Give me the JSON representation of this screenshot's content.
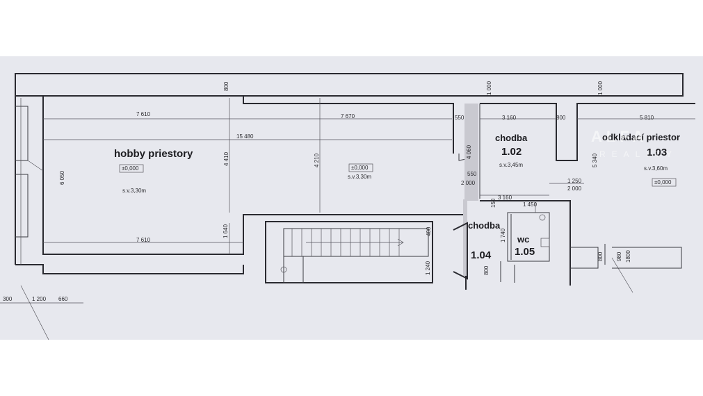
{
  "rooms": {
    "hobby": {
      "name": "hobby priestory",
      "level": "±0,000",
      "height": "s.v.3,30m"
    },
    "hobby_right": {
      "level": "±0,000",
      "height": "s.v.3,30m"
    },
    "corridor_102": {
      "name": "chodba",
      "number": "1.02",
      "height": "s.v.3,45m"
    },
    "storage_103": {
      "name": "odkladací priestor",
      "number": "1.03",
      "height": "s.v.3,60m",
      "level": "±0,000"
    },
    "corridor_104": {
      "name": "chodba",
      "number": "1.04"
    },
    "wc_105": {
      "name": "wc",
      "number": "1.05"
    }
  },
  "dimensions": {
    "d800_top": "800",
    "d1000_a": "1 000",
    "d1000_b": "1 000",
    "d7610_top": "7 610",
    "d7670": "7 670",
    "d550": "550",
    "d3160_top": "3 160",
    "d800_mid": "800",
    "d5810": "5 810",
    "d15480": "15 480",
    "d6050": "6 050",
    "d4410": "4 410",
    "d4210": "4 210",
    "d4060": "4 060",
    "d5340": "5 340",
    "d550_b": "550",
    "d2000_a": "2 000",
    "d1250": "1 250",
    "d2000_b": "2 000",
    "d3160_mid": "3 160",
    "d150": "150",
    "d1450": "1 450",
    "d1640": "1 640",
    "d400": "400",
    "d1740": "1 740",
    "d7610_bot": "7 610",
    "d1240": "1 240",
    "d800_c": "800",
    "d980": "980",
    "d1800": "1800",
    "d800_d": "800",
    "d300": "300",
    "d1200": "1 200",
    "d660": "660"
  },
  "watermark": {
    "word": "ALFA",
    "sub": "REALITY"
  },
  "colors": {
    "paper": "#e7e8ee",
    "ink": "#2a2a30"
  }
}
